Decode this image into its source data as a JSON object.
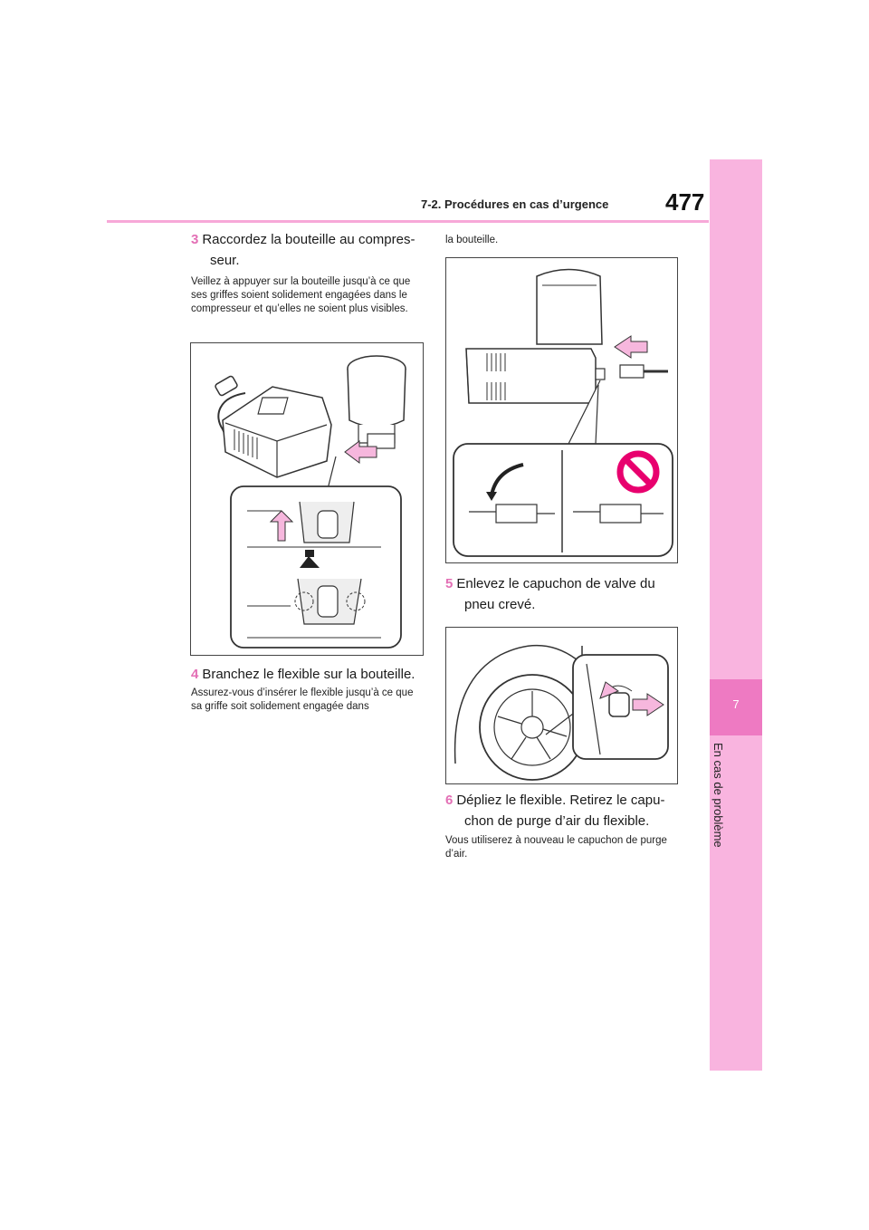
{
  "header": {
    "section_title": "7-2. Procédures en cas d’urgence",
    "page_number": "477"
  },
  "side_tab": {
    "chapter_number": "7",
    "chapter_label": "En cas de problème"
  },
  "steps": [
    {
      "number": "3",
      "line1": "Raccordez la bouteille au compres-",
      "line2": "seur.",
      "note": "Veillez à appuyer sur la bouteille jusqu’à ce que ses griffes soient solidement engagées dans le compresseur et qu’elles ne soient plus visibles."
    },
    {
      "number": "4",
      "line1": "Branchez le flexible sur la bouteille.",
      "note": "Assurez-vous d’insérer le flexible jusqu’à ce que sa griffe soit solidement engagée dans",
      "note_continued": "la bouteille."
    },
    {
      "number": "5",
      "line1": "Enlevez le capuchon de valve du",
      "line2": "pneu crevé."
    },
    {
      "number": "6",
      "line1": "Dépliez le flexible. Retirez le capu-",
      "line2": "chon de purge d’air du flexible.",
      "note": "Vous utiliserez à nouveau le capuchon de purge d’air."
    }
  ],
  "colors": {
    "accent_pink": "#f7a8d8",
    "tab_pink": "#f9b4df",
    "tab_dark_pink": "#ee7ac2",
    "step_number": "#e36fb5",
    "arrow_fill": "#f6b7dd",
    "prohibit_red": "#e8006e"
  }
}
